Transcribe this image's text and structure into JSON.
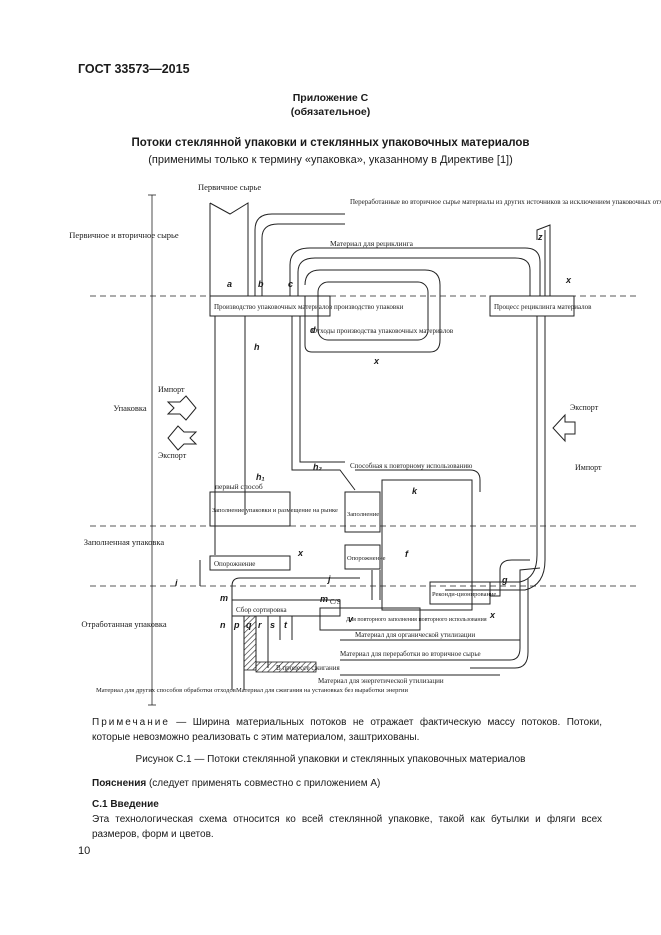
{
  "header": {
    "standard": "ГОСТ 33573—2015"
  },
  "appendix": {
    "title": "Приложение С",
    "status": "(обязательное)"
  },
  "figure": {
    "title": "Потоки стеклянной упаковки и стеклянных упаковочных материалов",
    "subtitle": "(применимы только к термину «упаковка», указанному в Директиве [1])",
    "stages": {
      "primary": "Первичное и вторичное сырье",
      "packaging": "Упаковка",
      "filled": "Заполненная упаковка",
      "used": "Отработанная упаковка"
    },
    "labels": {
      "raw": "Первичное сырье",
      "recycled_in": "Переработанные во вторичное сырье материалы из других источников за исключением упаковочных отходов",
      "recycling_material": "Материал для рециклинга",
      "production": "Производство упаковочных материалов производство упаковки",
      "prod_waste": "Отходы производства упаковочных материалов",
      "recycling_process": "Процесс рециклинга материалов",
      "import": "Импорт",
      "export": "Экспорт",
      "export_bottom": "Экспорт",
      "import_right": "Импорт",
      "first_way": "первый способ",
      "filling": "Заполнение упаковки и размещение на рынке",
      "reusable": "Способная к повторному использованию",
      "filling2": "Заполнение",
      "emptying": "Опорожнение",
      "emptying2": "Опорожнение",
      "recondition": "Реконди-ционирование",
      "sorting": "Сбор сортировка",
      "for_reuse": "Для повторного заполнения повторного использования",
      "cs": "C/S",
      "organic": "Материал для органической утилизации",
      "recycling_raw": "Материал для переработки во вторичное сырье",
      "incineration": "В процессе сжигания",
      "energy": "Материал для энергетической утилизации",
      "burn": "Материал для сжигания на установках без выработки энергии",
      "other": "Материал для других способов обработки отходов"
    },
    "flow_letters": {
      "a": "a",
      "b": "b",
      "c": "c",
      "z": "z",
      "x": "x",
      "d": "d",
      "h": "h",
      "h1": "h₁",
      "h2": "h₂",
      "k": "k",
      "f": "f",
      "j": "j",
      "g": "g",
      "v": "v",
      "m": "m",
      "n": "n",
      "p": "p",
      "q": "q",
      "r": "r",
      "s": "s",
      "t": "t",
      "i": "i"
    }
  },
  "note": {
    "label": "Примечание",
    "text": " — Ширина материальных потоков не отражает фактическую массу потоков. Потоки, которые невозможно реализовать с этим материалом, заштрихованы."
  },
  "caption": "Рисунок С.1 — Потоки стеклянной упаковки и стеклянных упаковочных материалов",
  "explanation": {
    "bold": "Пояснения",
    "rest": " (следует применять совместно с приложением А)"
  },
  "section": {
    "title": "С.1 Введение"
  },
  "paragraph": "Эта технологическая схема относится ко всей стеклянной упаковке, такой как бутылки и фляги всех размеров, форм и цветов.",
  "page_number": "10"
}
